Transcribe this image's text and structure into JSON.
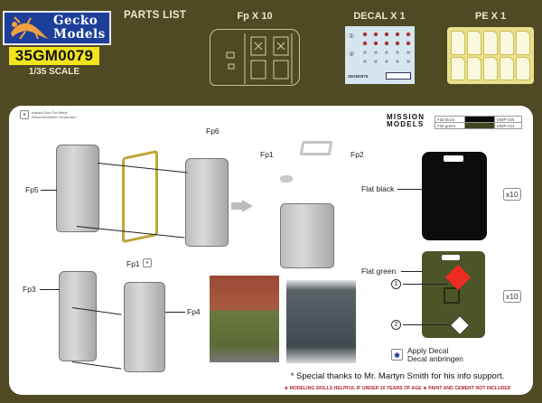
{
  "header": {
    "brand": {
      "line1": "Gecko",
      "line2": "Models"
    },
    "product_code": "35GM0079",
    "scale": "1/35 SCALE",
    "parts_list_title": "PARTS LIST",
    "parts": [
      {
        "label": "Fp X 10",
        "type": "plastic-sprue"
      },
      {
        "label": "DECAL X 1",
        "type": "decal-sheet",
        "markings": [
          "①",
          "②"
        ],
        "sheet_code": "35GM0079"
      },
      {
        "label": "PE X 1",
        "type": "photo-etched-fret"
      }
    ]
  },
  "instructions": {
    "glue_legend": {
      "line1": "Instant Glue For Metal",
      "line2": "Sekundenkleber verwenden"
    },
    "step1_callouts": {
      "fp5": "Fp5",
      "fp6": "Fp6",
      "fp1": "Fp1"
    },
    "step2_callouts": {
      "fp1": "Fp1",
      "fp2": "Fp2"
    },
    "step3_callouts": {
      "fp3": "Fp3",
      "fp4": "Fp4"
    },
    "paint_brand": {
      "line1": "MISSION",
      "line2": "MODELS"
    },
    "paint_table": [
      {
        "name": "Flat black",
        "color": "#0a0a0a",
        "code": "MMP-035"
      },
      {
        "name": "Flat green",
        "color": "#3f4622",
        "code": "MMP-034"
      }
    ],
    "black_variant": {
      "label": "Flat black",
      "quantity": "x10"
    },
    "green_variant": {
      "label": "Flat green",
      "quantity": "x10",
      "decal_markers": [
        "1",
        "2"
      ]
    },
    "apply_decal": {
      "line1": "Apply Decal",
      "line2": "Decal anbringen"
    },
    "thanks_note": "* Special thanks to Mr. Martyn Smith for his info support.",
    "warnings": [
      "MODELING SKILLS HELPFUL IF UNDER 10 YEARS OF AGE",
      "PAINT AND CEMENT NOT INCLUDED"
    ]
  },
  "colors": {
    "background": "#4f4a24",
    "brand_blue": "#1d3f9a",
    "badge_yellow": "#f2e41c",
    "warning_red": "#b0222e",
    "hazard_red": "#ee2b22"
  }
}
